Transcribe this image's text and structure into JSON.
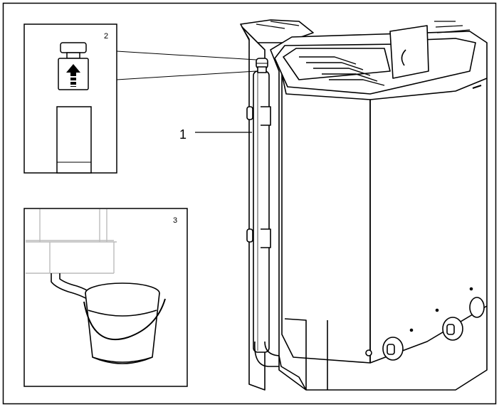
{
  "callouts": {
    "main": "1",
    "inset_top": "2",
    "inset_bottom": "3"
  },
  "colors": {
    "line": "#000000",
    "background": "#ffffff",
    "tank_gray": "#c8c8c8",
    "light_gray": "#e6e6e6"
  },
  "icons": {
    "inset_top_symbol": "drain-plug-upward-arrow-icon",
    "inset_bottom_symbol": "bucket-with-hose-icon"
  }
}
